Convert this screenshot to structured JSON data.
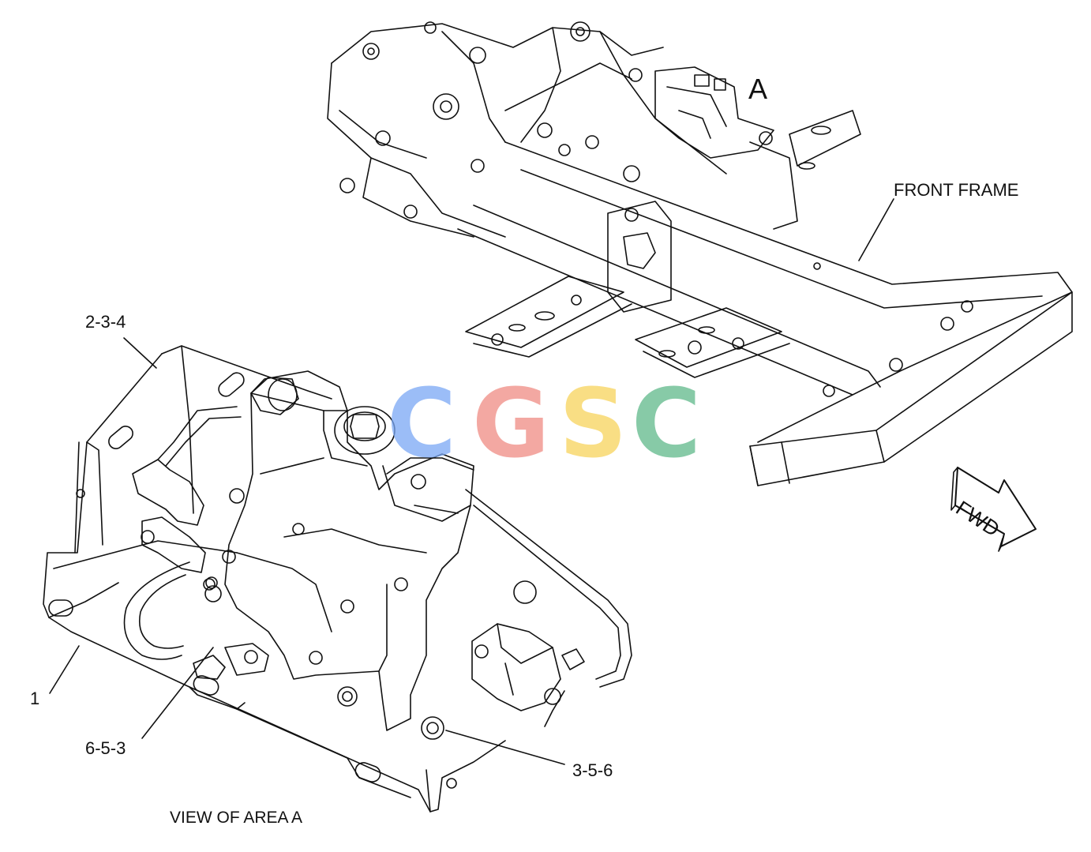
{
  "labels": {
    "area_marker": "A",
    "front_frame": "FRONT FRAME",
    "fwd": "FWD",
    "callout_1": "1",
    "callout_2_3_4": "2-3-4",
    "callout_6_5_3": "6-5-3",
    "callout_3_5_6": "3-5-6",
    "view_caption": "VIEW OF AREA  A"
  },
  "watermark": {
    "letters": [
      "C",
      "G",
      "S",
      "C"
    ],
    "colors": [
      "#7aa8f5",
      "#f08b83",
      "#f7d35b",
      "#5fb98a"
    ]
  },
  "line_color": "#111111"
}
